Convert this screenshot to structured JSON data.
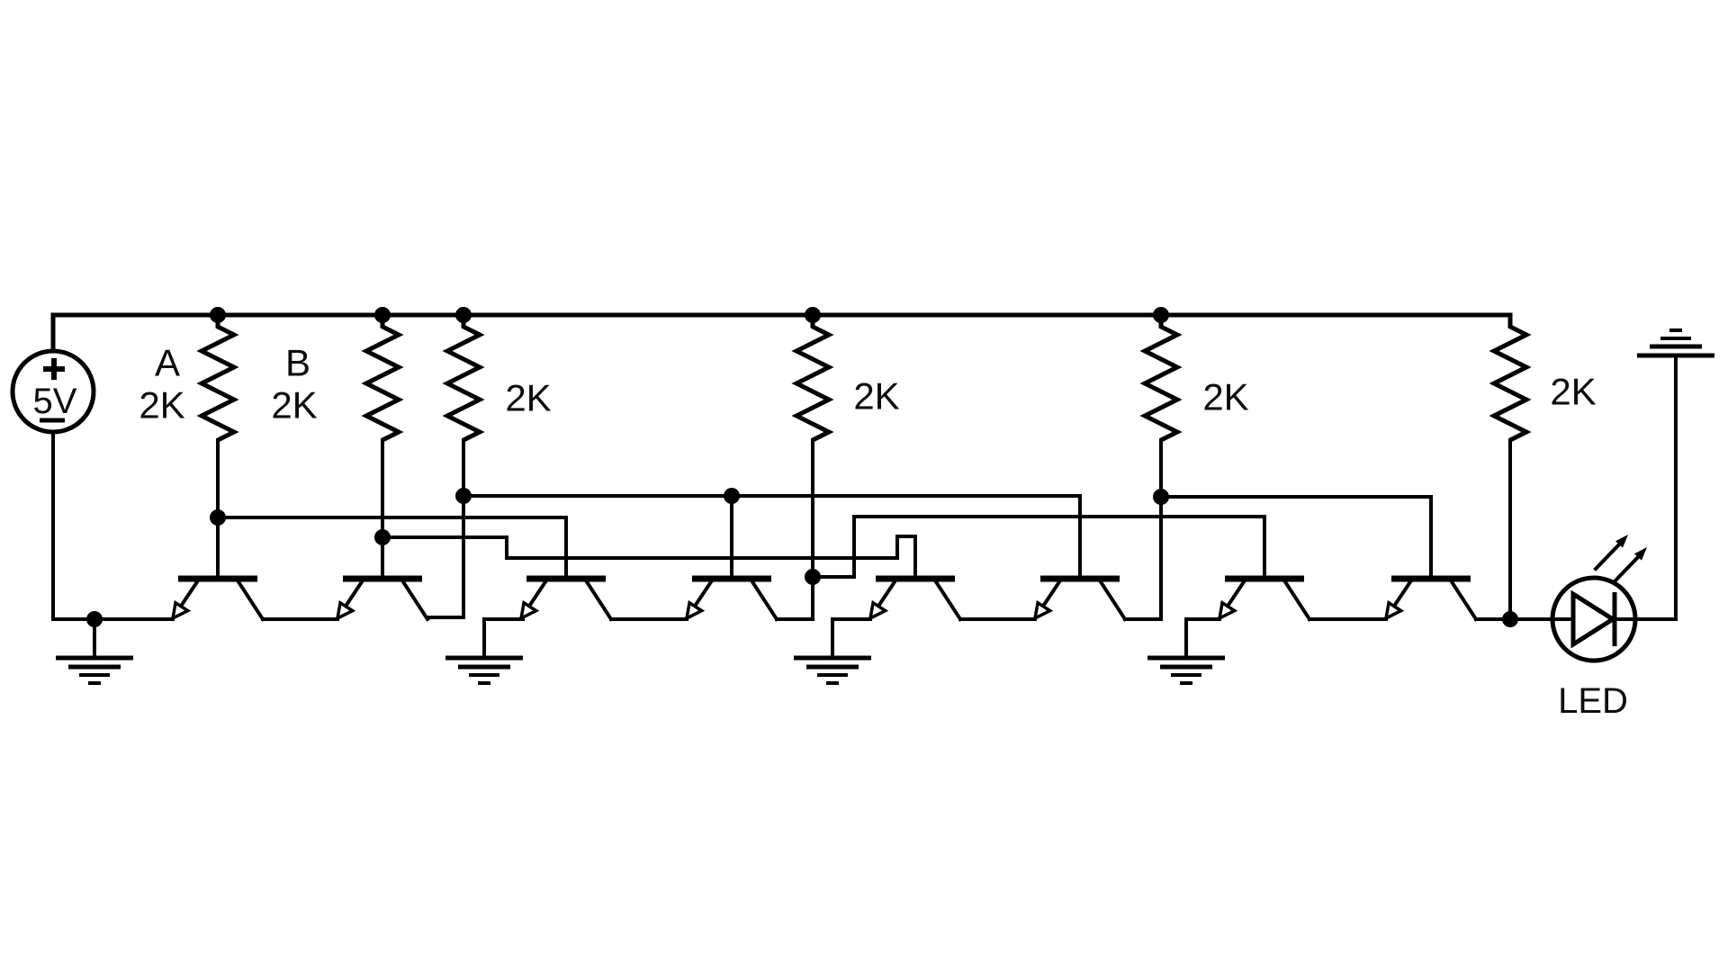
{
  "diagram": {
    "type": "circuit-schematic",
    "colors": {
      "wire": "#000000",
      "background": "#ffffff",
      "text": "#0d0d0d"
    },
    "power_source": {
      "plus_label": "+",
      "value_label": "5V"
    },
    "resistors": [
      {
        "id": "RA",
        "name_label": "A",
        "value_label": "2K"
      },
      {
        "id": "RB",
        "name_label": "B",
        "value_label": "2K"
      },
      {
        "id": "R3",
        "value_label": "2K"
      },
      {
        "id": "R4",
        "value_label": "2K"
      },
      {
        "id": "R5",
        "value_label": "2K"
      },
      {
        "id": "R6",
        "value_label": "2K"
      }
    ],
    "transistors": {
      "count": 8,
      "type": "npn"
    },
    "grounds": {
      "count": 5
    },
    "led": {
      "label": "LED"
    }
  }
}
